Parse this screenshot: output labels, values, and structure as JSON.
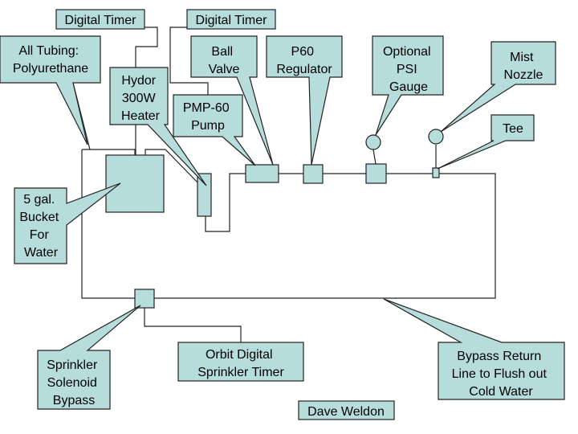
{
  "colors": {
    "fill": "#b7dcdc",
    "line": "#222222",
    "background": "#ffffff"
  },
  "labels": {
    "digital_timer_1": [
      "Digital Timer"
    ],
    "digital_timer_2": [
      "Digital  Timer"
    ],
    "all_tubing": [
      "All Tubing:",
      "Polyurethane"
    ],
    "hydor_heater": [
      "Hydor",
      "300W",
      "Heater"
    ],
    "ball_valve": [
      "Ball",
      "Valve"
    ],
    "p60_regulator": [
      "P60",
      "Regulator"
    ],
    "psi_gauge": [
      "Optional",
      "PSI",
      "Gauge"
    ],
    "mist_nozzle": [
      "Mist",
      "Nozzle"
    ],
    "pmp60_pump": [
      "PMP-60",
      "Pump"
    ],
    "tee": [
      "Tee"
    ],
    "bucket": [
      "5 gal.",
      "Bucket",
      "For",
      "Water"
    ],
    "sprinkler_solenoid": [
      "Sprinkler",
      "Solenoid",
      "Bypass"
    ],
    "orbit_timer": [
      "Orbit Digital",
      "Sprinkler Timer"
    ],
    "bypass_return": [
      "Bypass Return",
      "Line to Flush out",
      "Cold Water"
    ],
    "author": [
      "Dave Weldon"
    ]
  }
}
